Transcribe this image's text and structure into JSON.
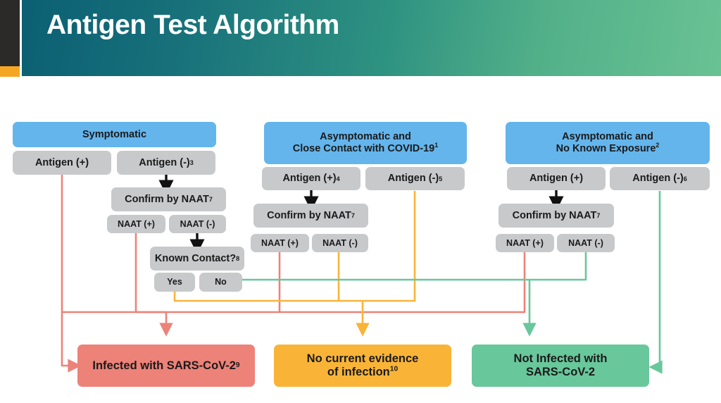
{
  "header": {
    "title": "Antigen Test Algorithm",
    "accent_dark": "#2b2a28",
    "accent_orange": "#f5a623",
    "gradient_from": "#0b5f72",
    "gradient_to": "#69c293"
  },
  "palette": {
    "blue": "#64b5ec",
    "gray": "#c7c9cb",
    "red": "#ed8279",
    "orange": "#f9b438",
    "green": "#68c79b",
    "arrow_black": "#111111"
  },
  "columns": [
    {
      "id": "symptomatic",
      "heading": "Symptomatic",
      "nodes": [
        {
          "id": "sym-ag-pos",
          "label": "Antigen (+)"
        },
        {
          "id": "sym-ag-neg",
          "label": "Antigen (-)",
          "sup": "3"
        },
        {
          "id": "sym-confirm",
          "label": "Confirm by NAAT",
          "sup": "7"
        },
        {
          "id": "sym-naat-pos",
          "label": "NAAT (+)"
        },
        {
          "id": "sym-naat-neg",
          "label": "NAAT (-)"
        },
        {
          "id": "sym-known-contact",
          "label": "Known Contact?",
          "sup": "8"
        },
        {
          "id": "sym-yes",
          "label": "Yes"
        },
        {
          "id": "sym-no",
          "label": "No"
        }
      ]
    },
    {
      "id": "asymptomatic-close-contact",
      "heading_line1": "Asymptomatic and",
      "heading_line2": "Close Contact with COVID-19",
      "heading_sup": "1",
      "nodes": [
        {
          "id": "cc-ag-pos",
          "label": "Antigen (+)",
          "sup": "4"
        },
        {
          "id": "cc-ag-neg",
          "label": "Antigen (-)",
          "sup": "5"
        },
        {
          "id": "cc-confirm",
          "label": "Confirm by NAAT",
          "sup": "7"
        },
        {
          "id": "cc-naat-pos",
          "label": "NAAT (+)"
        },
        {
          "id": "cc-naat-neg",
          "label": "NAAT (-)"
        }
      ]
    },
    {
      "id": "asymptomatic-no-exposure",
      "heading_line1": "Asymptomatic and",
      "heading_line2": "No Known Exposure",
      "heading_sup": "2",
      "nodes": [
        {
          "id": "ne-ag-pos",
          "label": "Antigen (+)"
        },
        {
          "id": "ne-ag-neg",
          "label": "Antigen (-)",
          "sup": "6"
        },
        {
          "id": "ne-confirm",
          "label": "Confirm by NAAT",
          "sup": "7"
        },
        {
          "id": "ne-naat-pos",
          "label": "NAAT (+)"
        },
        {
          "id": "ne-naat-neg",
          "label": "NAAT (-)"
        }
      ]
    }
  ],
  "outcomes": [
    {
      "id": "outcome-infected",
      "line1": "Infected with SARS-CoV-2",
      "sup": "9",
      "color": "#ed8279"
    },
    {
      "id": "outcome-no-evidence",
      "line1": "No current evidence",
      "line2": "of infection",
      "sup": "10",
      "color": "#f9b438"
    },
    {
      "id": "outcome-not-infected",
      "line1": "Not Infected with",
      "line2": "SARS-CoV-2",
      "color": "#68c79b"
    }
  ]
}
